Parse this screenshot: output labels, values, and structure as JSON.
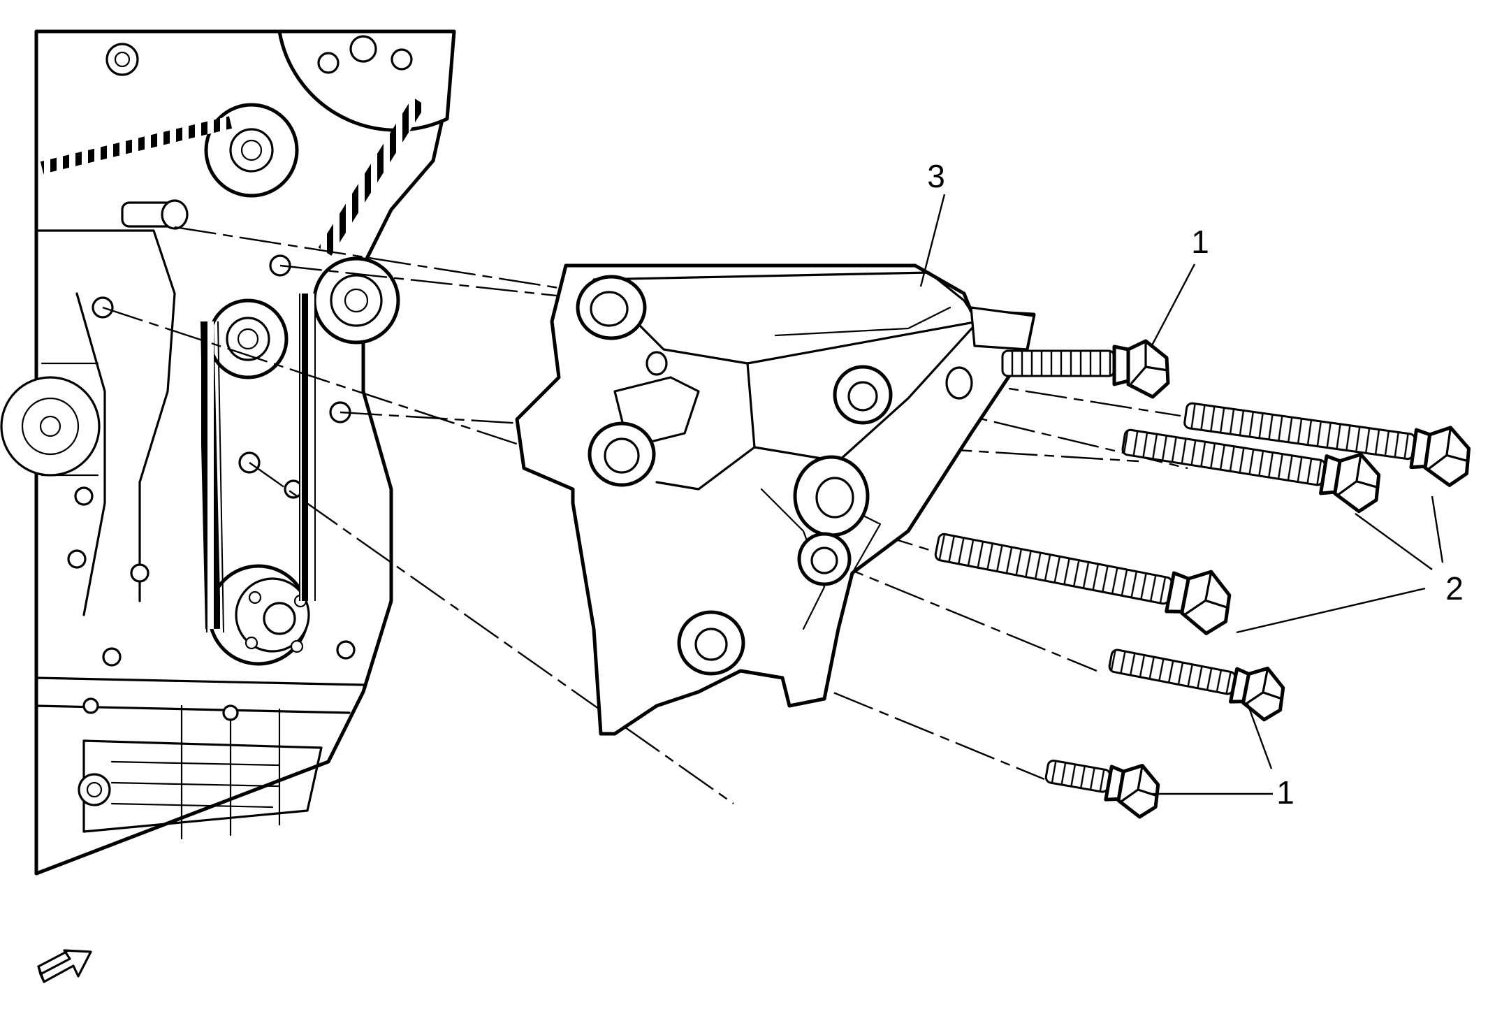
{
  "callouts": {
    "bolt_short_upper": "1",
    "bolt_short_lower": "1",
    "bolts_long": "2",
    "bracket": "3"
  },
  "orientation_icon": "front-arrow-icon",
  "colors": {
    "line": "#000000",
    "background": "#ffffff"
  }
}
